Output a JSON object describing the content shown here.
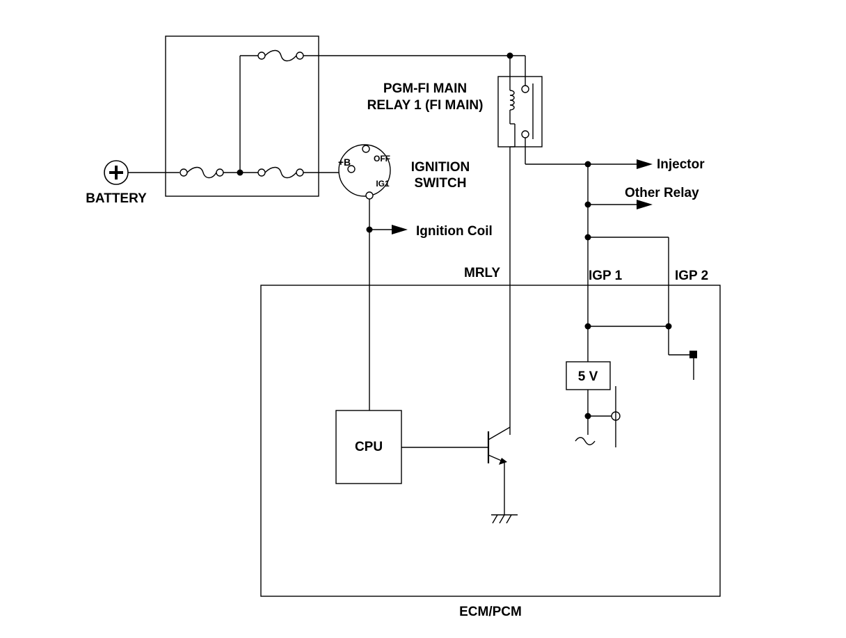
{
  "labels": {
    "battery": "BATTERY",
    "relay_line1": "PGM-FI MAIN",
    "relay_line2": "RELAY 1 (FI MAIN)",
    "ignition_line1": "IGNITION",
    "ignition_line2": "SWITCH",
    "switch_b": "+B",
    "switch_off": "OFF",
    "switch_ig1": "IG1",
    "ignition_coil": "Ignition Coil",
    "injector": "Injector",
    "other_relay": "Other Relay",
    "mrly": "MRLY",
    "igp1": "IGP 1",
    "igp2": "IGP 2",
    "cpu": "CPU",
    "five_v": "5 V",
    "ecm": "ECM/PCM"
  },
  "colors": {
    "line": "#000000",
    "background": "#ffffff"
  }
}
